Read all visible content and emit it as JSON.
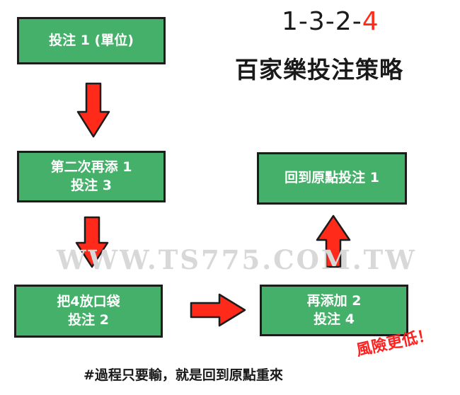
{
  "title": {
    "prefix": "1-3-2-",
    "highlight": "4",
    "subtitle": "百家樂投注策略"
  },
  "steps": {
    "step1": {
      "line1": "投注 1 (單位)"
    },
    "step2": {
      "line1": "第二次再添 1",
      "line2": "投注 3"
    },
    "step3": {
      "line1": "把4放口袋",
      "line2": "投注 2"
    },
    "step4": {
      "line1": "再添加 2",
      "line2": "投注 4"
    },
    "step5": {
      "line1": "回到原點投注 1"
    }
  },
  "watermark": "WWW.TS775.COM.TW",
  "risk_note": "風險更低！",
  "footer_note": "#過程只要輸，就是回到原點重來",
  "colors": {
    "box_fill": "#45b06a",
    "arrow_fill": "#ff2a1a",
    "highlight": "#ff2a1a"
  },
  "icons": [
    "arrow-down-icon",
    "arrow-down-icon",
    "arrow-right-icon",
    "arrow-up-icon"
  ]
}
